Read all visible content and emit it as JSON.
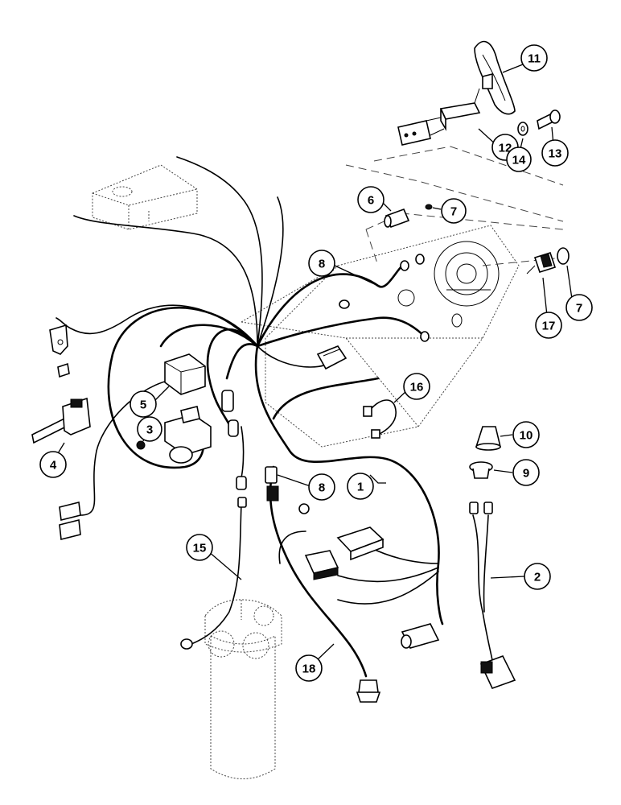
{
  "callouts": [
    {
      "id": "c1",
      "text": "1"
    },
    {
      "id": "c2",
      "text": "2"
    },
    {
      "id": "c3",
      "text": "3"
    },
    {
      "id": "c4",
      "text": "4"
    },
    {
      "id": "c5",
      "text": "5"
    },
    {
      "id": "c6",
      "text": "6"
    },
    {
      "id": "c7a",
      "text": "7"
    },
    {
      "id": "c7b",
      "text": "7"
    },
    {
      "id": "c8a",
      "text": "8"
    },
    {
      "id": "c8b",
      "text": "8"
    },
    {
      "id": "c9",
      "text": "9"
    },
    {
      "id": "c10",
      "text": "10"
    },
    {
      "id": "c11",
      "text": "11"
    },
    {
      "id": "c12",
      "text": "12"
    },
    {
      "id": "c13",
      "text": "13"
    },
    {
      "id": "c14",
      "text": "14"
    },
    {
      "id": "c15",
      "text": "15"
    },
    {
      "id": "c16",
      "text": "16"
    },
    {
      "id": "c17",
      "text": "17"
    },
    {
      "id": "c18",
      "text": "18"
    }
  ]
}
